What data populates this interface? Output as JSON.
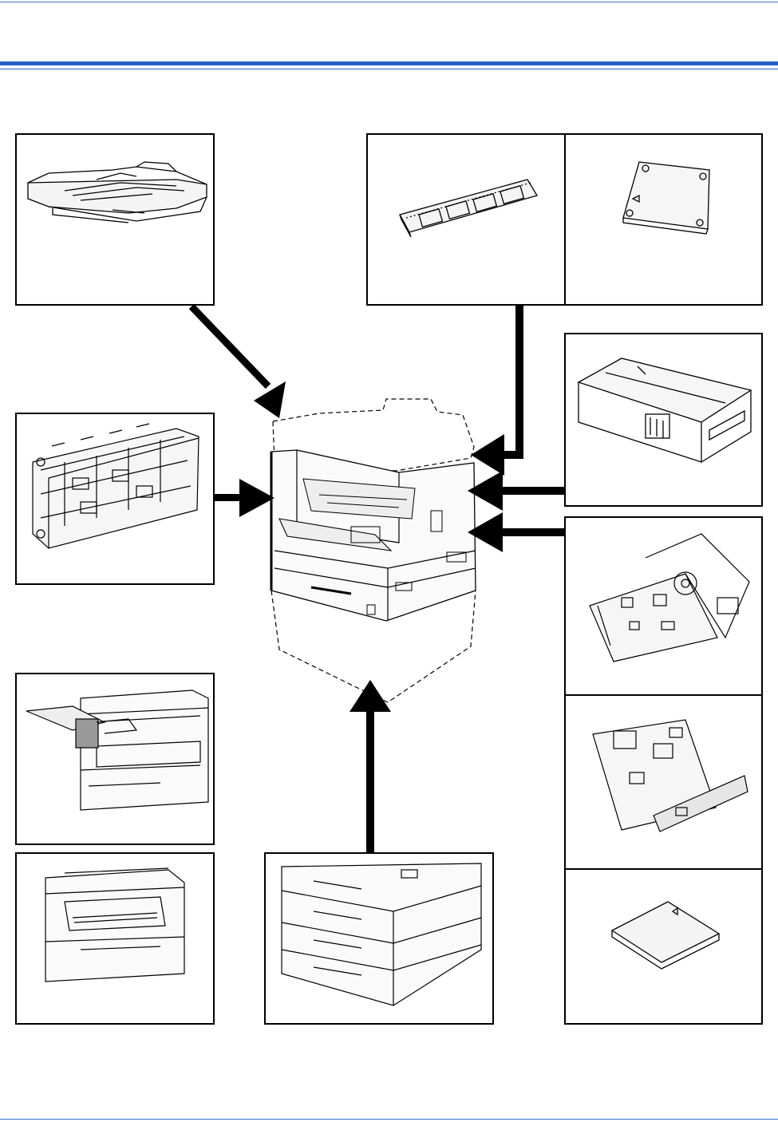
{
  "colors": {
    "header_rule": "#2860c8",
    "line": "#000000"
  },
  "illustrations": [
    {
      "id": "document-processor",
      "icon": "document-feeder-icon"
    },
    {
      "id": "memory-module",
      "icon": "memory-card-icon"
    },
    {
      "id": "security-kit",
      "icon": "chip-card-icon"
    },
    {
      "id": "duplex-unit",
      "icon": "duplex-unit-icon"
    },
    {
      "id": "fax-kit",
      "icon": "fax-box-icon"
    },
    {
      "id": "printer-board",
      "icon": "printer-board-icon"
    },
    {
      "id": "finisher",
      "icon": "finisher-icon"
    },
    {
      "id": "network-card",
      "icon": "network-card-icon"
    },
    {
      "id": "job-separator",
      "icon": "job-separator-icon"
    },
    {
      "id": "paper-feeder",
      "icon": "paper-feeder-icon"
    },
    {
      "id": "compact-flash",
      "icon": "compact-flash-icon"
    },
    {
      "id": "main-unit",
      "icon": "copier-icon"
    }
  ]
}
